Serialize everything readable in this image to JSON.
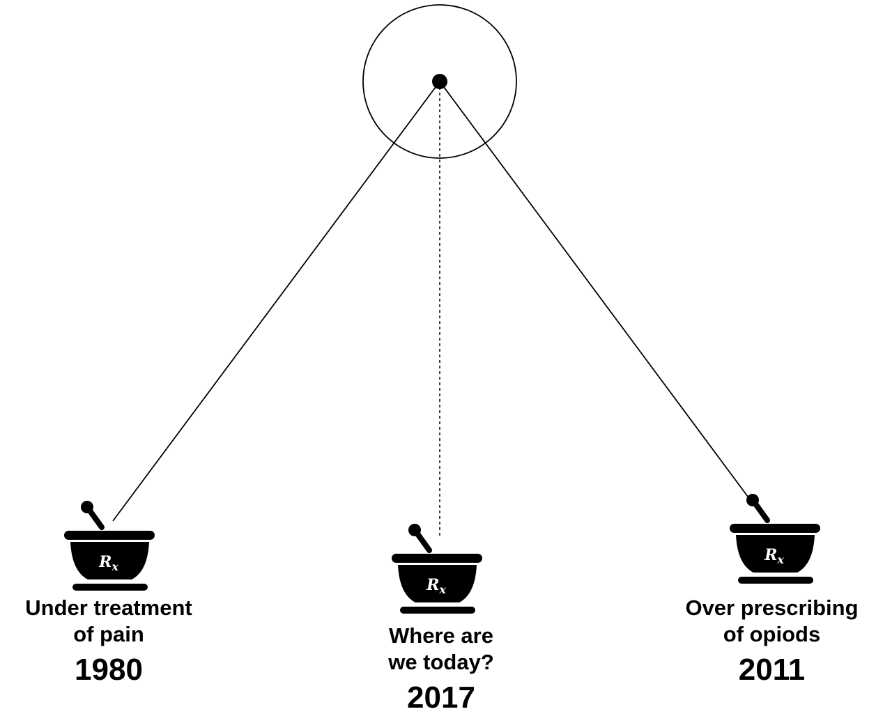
{
  "diagram": {
    "nodes": [
      {
        "id": "left",
        "icon": "mortar-pestle-rx-icon",
        "rx_symbol": "Rx",
        "caption_lines": [
          "Under treatment",
          "of pain"
        ],
        "year": "1980",
        "connector": "solid"
      },
      {
        "id": "middle",
        "icon": "mortar-pestle-rx-icon",
        "rx_symbol": "Rx",
        "caption_lines": [
          "Where are",
          "we today?"
        ],
        "year": "2017",
        "connector": "dashed"
      },
      {
        "id": "right",
        "icon": "mortar-pestle-rx-icon",
        "rx_symbol": "Rx",
        "caption_lines": [
          "Over prescribing",
          "of opiods"
        ],
        "year": "2011",
        "connector": "solid"
      }
    ],
    "pivot_icon": "pendulum-pivot-icon",
    "colors": {
      "ink": "#000000",
      "background": "#ffffff"
    }
  }
}
